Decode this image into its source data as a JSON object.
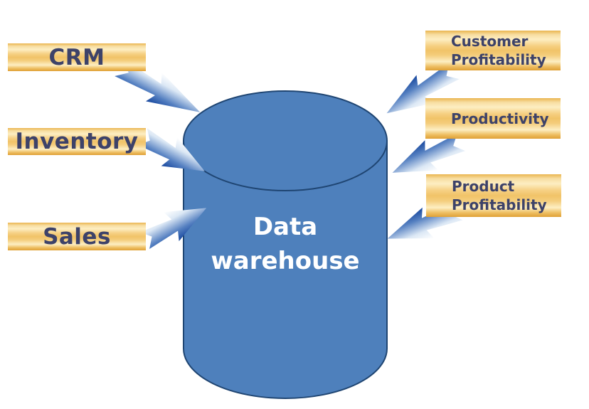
{
  "diagram": {
    "warehouse": {
      "label": "Data warehouse",
      "label_line1": "Data",
      "label_line2": "warehouse"
    },
    "sources": [
      {
        "label": "CRM"
      },
      {
        "label": "Inventory"
      },
      {
        "label": "Sales"
      }
    ],
    "outputs": [
      {
        "label": "Customer Profitability"
      },
      {
        "label": "Productivity"
      },
      {
        "label": "Product Profitability"
      }
    ],
    "colors": {
      "cylinder_fill": "#4e80bc",
      "cylinder_stroke": "#1f4572",
      "box_gold_dark": "#dfa035",
      "box_gold_mid": "#f1c368",
      "box_gold_light": "#fdeec2",
      "label_navy": "#3d4269",
      "arrow_dark": "#17479e",
      "arrow_light": "#ffffff",
      "title_color": "#ffffff"
    }
  }
}
